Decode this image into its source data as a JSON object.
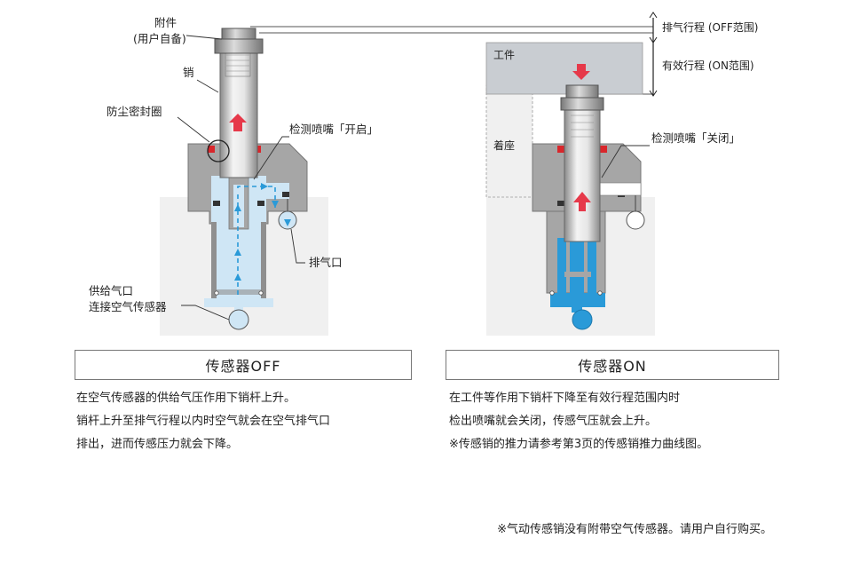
{
  "labels": {
    "attachment_line1": "附件",
    "attachment_line2": "(用户自备)",
    "pin": "销",
    "dust_seal": "防尘密封圈",
    "nozzle_open": "检测喷嘴「开启」",
    "exhaust_port": "排气口",
    "supply_line1": "供给气口",
    "supply_line2": "连接空气传感器",
    "exhaust_stroke": "排气行程 (OFF范围)",
    "effective_stroke": "有效行程 (ON范围)",
    "workpiece": "工件",
    "seat": "着座",
    "nozzle_closed": "检测喷嘴「关闭」"
  },
  "panels": {
    "off": {
      "title": "传感器OFF",
      "lines": [
        "在空气传感器的供给气压作用下销杆上升。",
        "销杆上升至排气行程以内时空气就会在空气排气口",
        "排出，进而传感压力就会下降。"
      ]
    },
    "on": {
      "title": "传感器ON",
      "lines": [
        "在工件等作用下销杆下降至有效行程范围内时",
        "检出喷嘴就会关闭，传感气压就会上升。",
        "※传感销的推力请参考第3页的传感销推力曲线图。"
      ]
    }
  },
  "footnote": "※气动传感销没有附带空气传感器。请用户自行购买。",
  "colors": {
    "air_light": "#cfe6f5",
    "air_dark": "#2a9ad8",
    "body_gray": "#a6a6a6",
    "seal_red": "#d9262b",
    "arrow_red": "#e6394a"
  }
}
